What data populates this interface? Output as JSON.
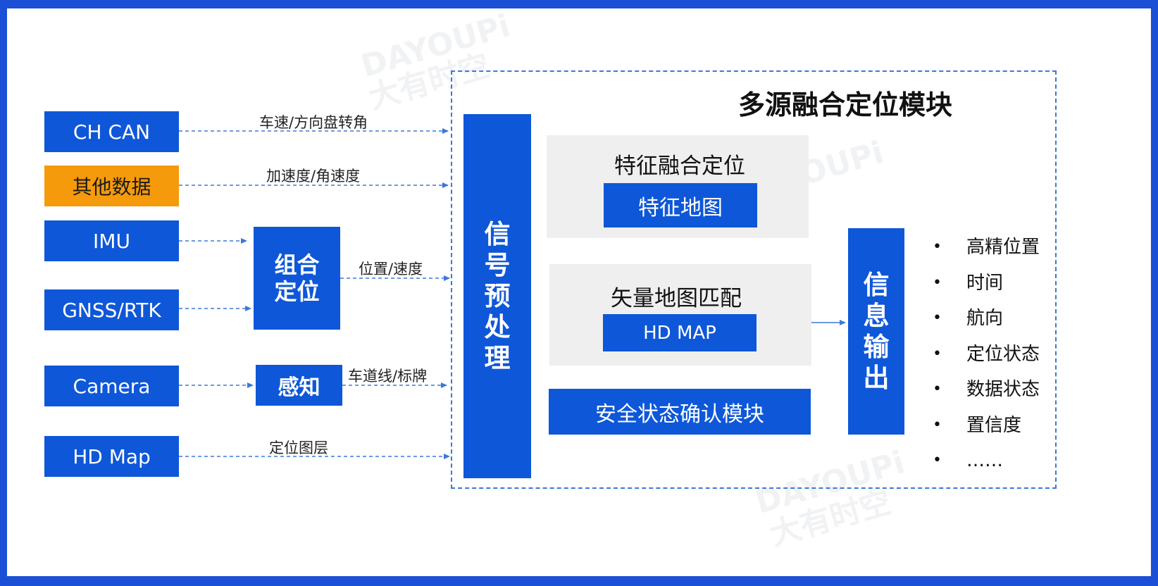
{
  "colors": {
    "frame": "#1a4fd6",
    "box_blue": "#0e57d8",
    "box_orange": "#f59a0b",
    "panel_grey": "#efefef",
    "dash": "#3c78d8"
  },
  "watermark": {
    "brand": "DAYOUPi",
    "cn": "大有时空"
  },
  "inputs": {
    "ch_can": "CH CAN",
    "other_data": "其他数据",
    "imu": "IMU",
    "gnss_rtk": "GNSS/RTK",
    "camera": "Camera",
    "hd_map": "HD Map"
  },
  "edge_labels": {
    "speed_steering": "车速/方向盘转角",
    "accel_angular": "加速度/角速度",
    "pos_velocity": "位置/速度",
    "lane_sign": "车道线/标牌",
    "loc_layer": "定位图层"
  },
  "intermediate": {
    "combined_positioning": [
      "组合",
      "定位"
    ],
    "perception": "感知"
  },
  "module": {
    "title": "多源融合定位模块",
    "preprocess": [
      "信",
      "号",
      "预",
      "处",
      "理"
    ],
    "feature_fusion_title": "特征融合定位",
    "feature_map": "特征地图",
    "vector_match_title": "矢量地图匹配",
    "hd_map_block": "HD MAP",
    "safety_block": "安全状态确认模块",
    "output": [
      "信",
      "息",
      "输",
      "出"
    ]
  },
  "outputs": {
    "bullet": "•",
    "items": [
      "高精位置",
      "时间",
      "航向",
      "定位状态",
      "数据状态",
      "置信度",
      "……"
    ]
  }
}
